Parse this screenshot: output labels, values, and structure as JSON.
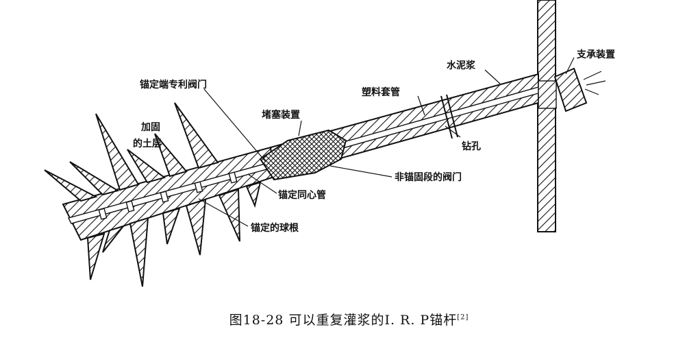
{
  "labels": {
    "support_device": "支承装置",
    "cement_grout": "水泥浆",
    "patent_valve": "锚定端专利阀门",
    "plastic_sleeve": "塑料套管",
    "plug_device": "堵塞装置",
    "reinforced_soil": "加固",
    "reinforced_soil_2": "的土层",
    "drill_hole": "钻孔",
    "non_anchor_valve": "非锚固段的阀门",
    "concentric_tube": "锚定同心管",
    "ball_root": "锚定的球根"
  },
  "caption": {
    "text": "图18-28  可以重复灌浆的I. R. P锚杆",
    "ref": "[2]"
  },
  "colors": {
    "ink": "#111111",
    "background": "#ffffff"
  }
}
